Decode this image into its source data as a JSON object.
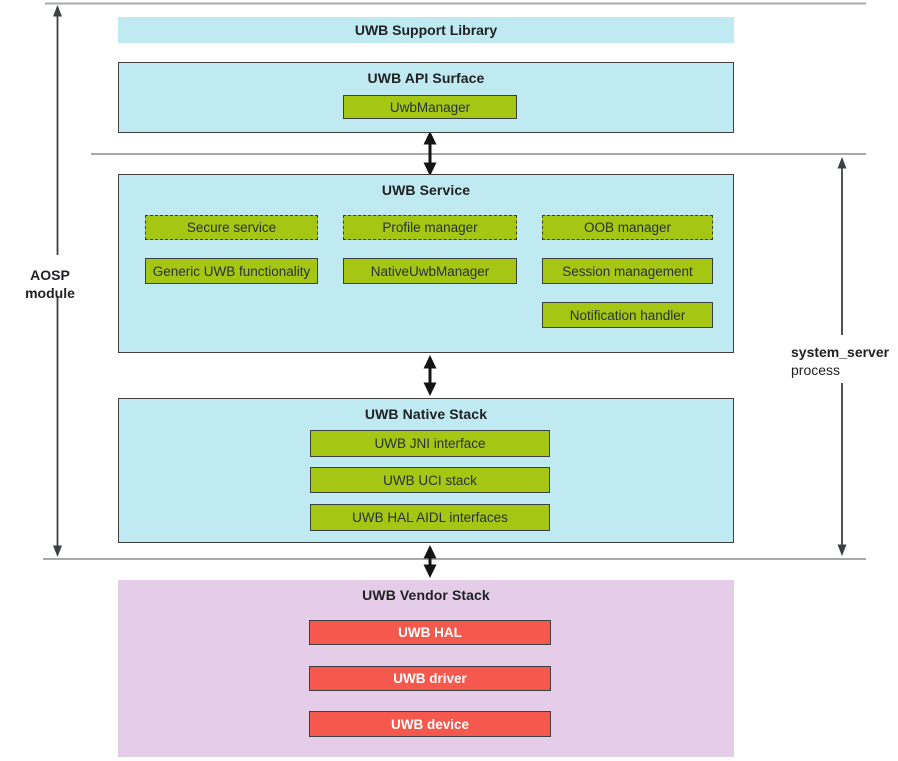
{
  "diagram": {
    "side_labels": {
      "left": "AOSP module",
      "right_line1": "system_server",
      "right_line2": "process"
    },
    "support_bar": {
      "title": "UWB Support Library"
    },
    "api_surface": {
      "title": "UWB API Surface",
      "uwb_manager": "UwbManager"
    },
    "service": {
      "title": "UWB Service",
      "dashed_modules": [
        "Secure service",
        "Profile manager",
        "OOB manager"
      ],
      "solid_modules": [
        "Generic UWB functionality",
        "NativeUwbManager",
        "Session management",
        "Notification handler"
      ]
    },
    "native_stack": {
      "title": "UWB Native Stack",
      "modules": [
        "UWB JNI interface",
        "UWB UCI stack",
        "UWB HAL AIDL interfaces"
      ]
    },
    "vendor_stack": {
      "title": "UWB Vendor Stack",
      "modules": [
        "UWB HAL",
        "UWB driver",
        "UWB device"
      ]
    },
    "colors": {
      "cyan_fill": "#bfeaf2",
      "green_fill": "#a5c613",
      "red_fill": "#f5584c",
      "lavender_fill": "#e5cce8",
      "line_gray": "#a9a9a9",
      "arrow_black": "#141414",
      "arrow_gray": "#3c4043"
    }
  }
}
